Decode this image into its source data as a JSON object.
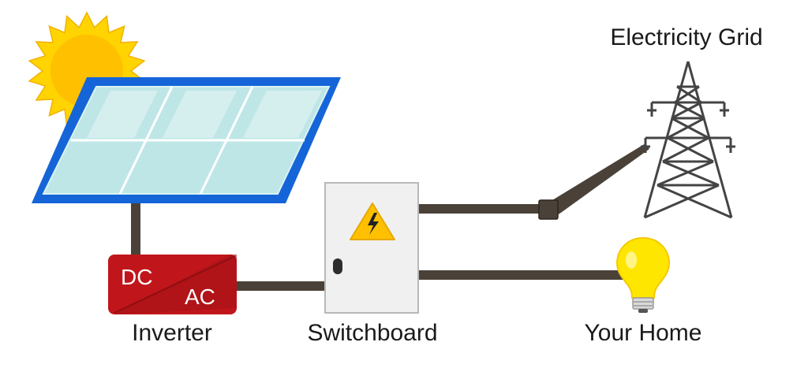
{
  "labels": {
    "electricity_grid": "Electricity Grid",
    "inverter": "Inverter",
    "switchboard": "Switchboard",
    "your_home": "Your Home",
    "inverter_dc": "DC",
    "inverter_ac": "AC"
  },
  "icons": {
    "sun": "sun-icon",
    "solar_panel": "solar-panel-icon",
    "inverter": "inverter-box-icon",
    "switchboard": "switchboard-cabinet-icon",
    "warning": "high-voltage-warning-icon",
    "transmission_tower": "transmission-tower-icon",
    "light_bulb": "light-bulb-icon"
  },
  "colors": {
    "panel_frame": "#1565d8",
    "panel_glass": "#bfe6e6",
    "sun": "#ffc000",
    "sun_rays": "#ffd400",
    "inverter": "#c0161b",
    "cable": "#4a4238",
    "switchboard": "#f0f0f0",
    "warning": "#ffc000",
    "tower": "#444444",
    "bulb": "#ffe600"
  }
}
